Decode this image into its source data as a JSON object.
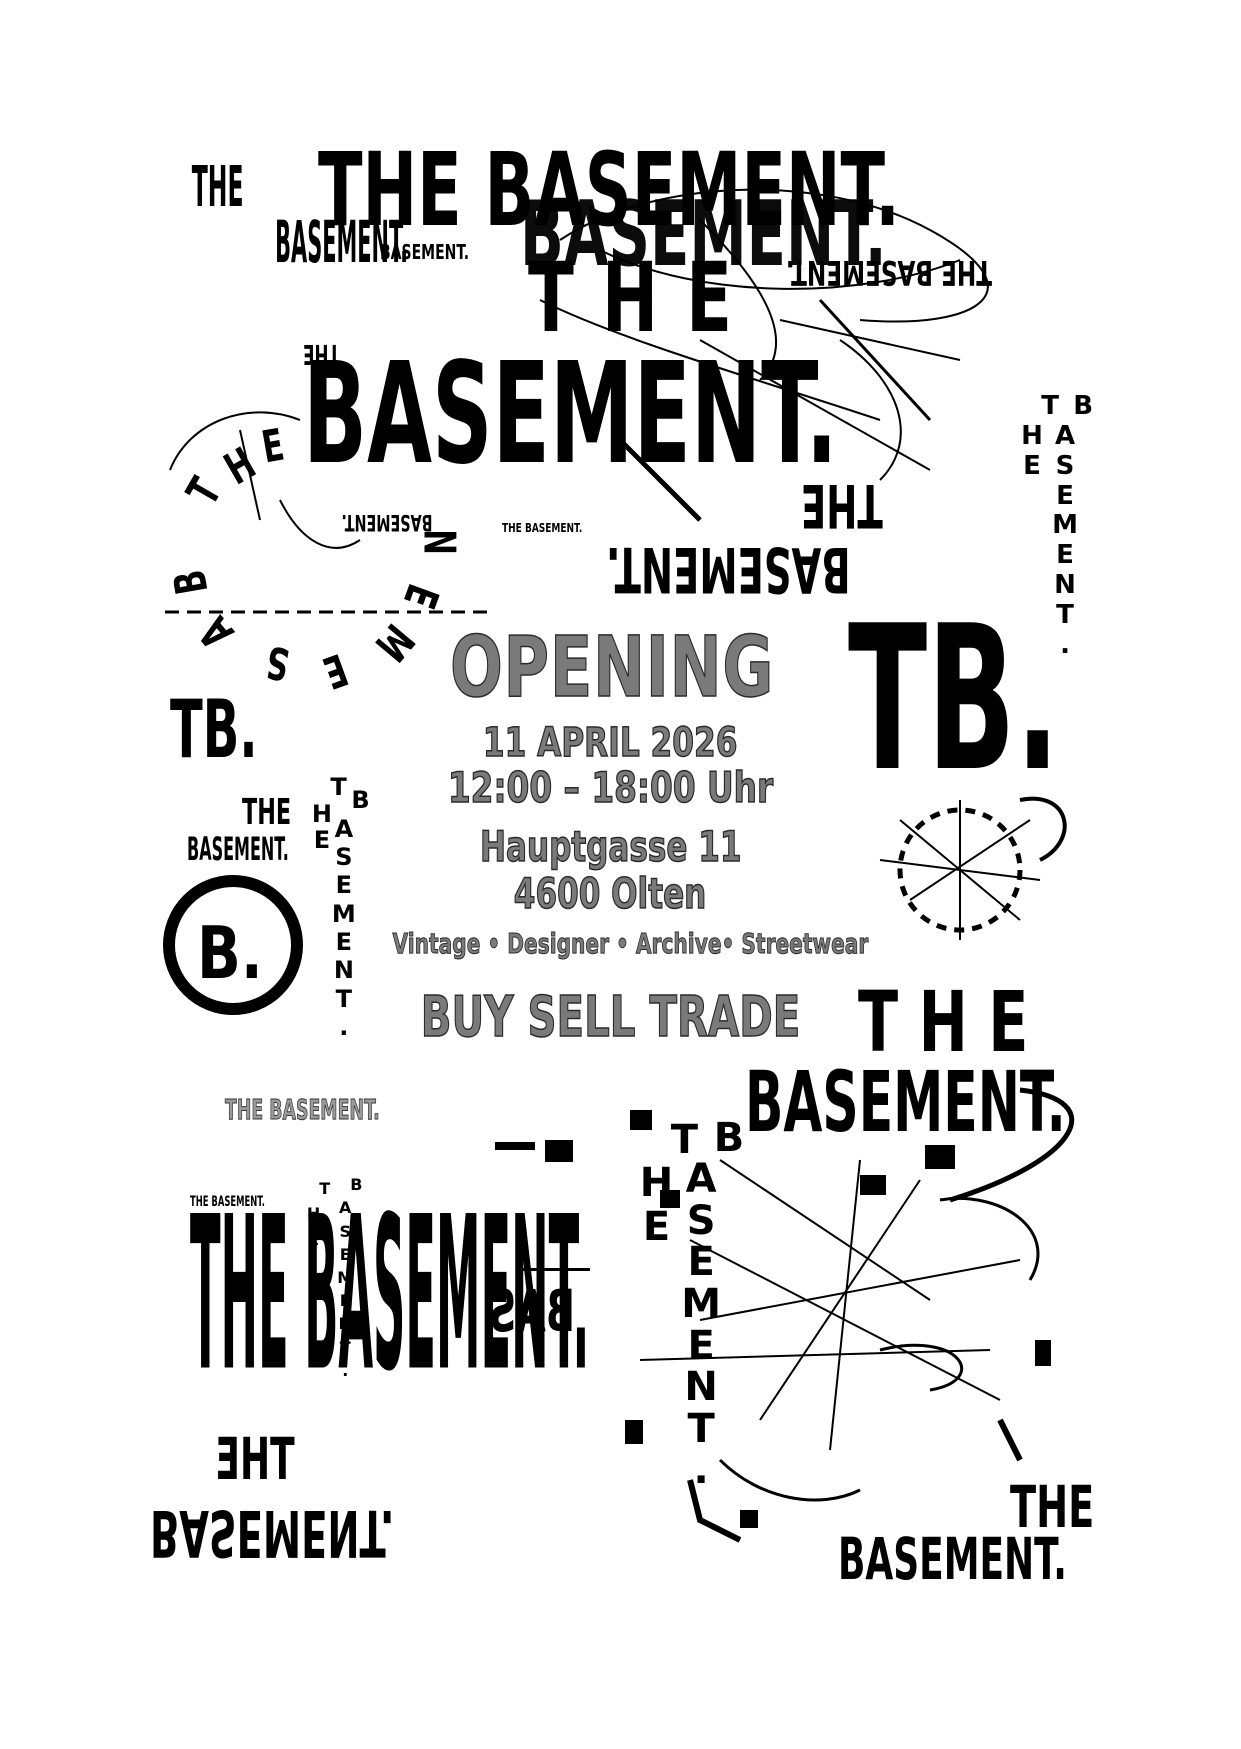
{
  "brand": {
    "short": "TB.",
    "the": "THE",
    "basement": "BASEMENT.",
    "basement_nodot": "BASEMENT",
    "full": "THE BASEMENT.",
    "b": "B.",
    "the_letters": "T\nH\nE",
    "basement_letters": "B\nA\nS\nE\nM\nE\nN\nT\n.",
    "the_spaced": "T  H  E",
    "bas_rev": "BAS"
  },
  "event": {
    "headline": "OPENING",
    "date": "11 APRIL 2026",
    "time": "12:00 – 18:00 Uhr",
    "street": "Hauptgasse 11",
    "city": "4600 Olten",
    "categories": "Vintage • Designer • Archive• Streetwear",
    "tagline": "BUY SELL TRADE"
  },
  "colors": {
    "ink": "#000000",
    "paper": "#ffffff",
    "highlight_fill": "#7a7a7a"
  }
}
